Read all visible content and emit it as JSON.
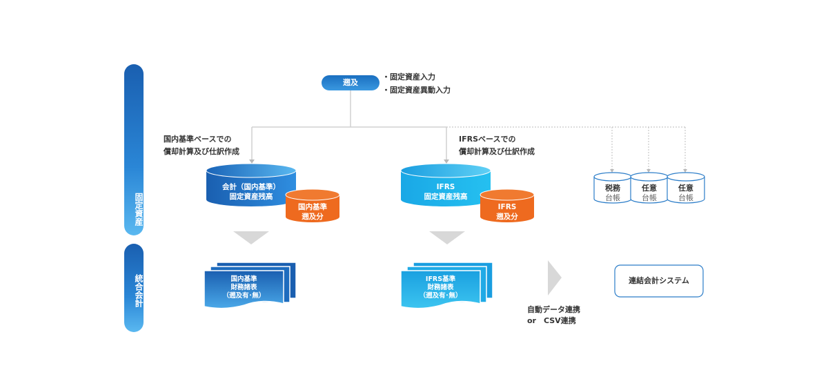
{
  "sidebar": {
    "fixed_assets": "固定資産",
    "consolidated": "統合会計"
  },
  "retro_button": {
    "label": "遡及",
    "bullets": [
      "・固定資産入力",
      "・固定資産異動入力"
    ]
  },
  "notes": {
    "domestic": [
      "国内基準ベースでの",
      "償却計算及び仕訳作成"
    ],
    "ifrs": [
      "IFRSベースでの",
      "償却計算及び仕訳作成"
    ]
  },
  "cylinders": {
    "domestic_main": [
      "会計（国内基準）",
      "固定資産残高"
    ],
    "domestic_retro": [
      "国内基準",
      "遡及分"
    ],
    "ifrs_main": [
      "IFRS",
      "固定資産残高"
    ],
    "ifrs_retro": [
      "IFRS",
      "遡及分"
    ],
    "ledgers": [
      {
        "title": "税務",
        "sub": "台帳"
      },
      {
        "title": "任意",
        "sub": "台帳"
      },
      {
        "title": "任意",
        "sub": "台帳"
      }
    ]
  },
  "documents": {
    "domestic": [
      "国内基準",
      "財務諸表",
      "（遡及有･無）"
    ],
    "ifrs": [
      "IFRS基準",
      "財務諸表",
      "（遡及有･無）"
    ]
  },
  "transfer": [
    "自動データ連携",
    "or　CSV連携"
  ],
  "consolidation_system": "連結会計システム",
  "colors": {
    "blue_dark": "#1a5fb0",
    "blue_light": "#1ab0ea",
    "orange": "#ee6a1f",
    "line": "#cccccc"
  }
}
